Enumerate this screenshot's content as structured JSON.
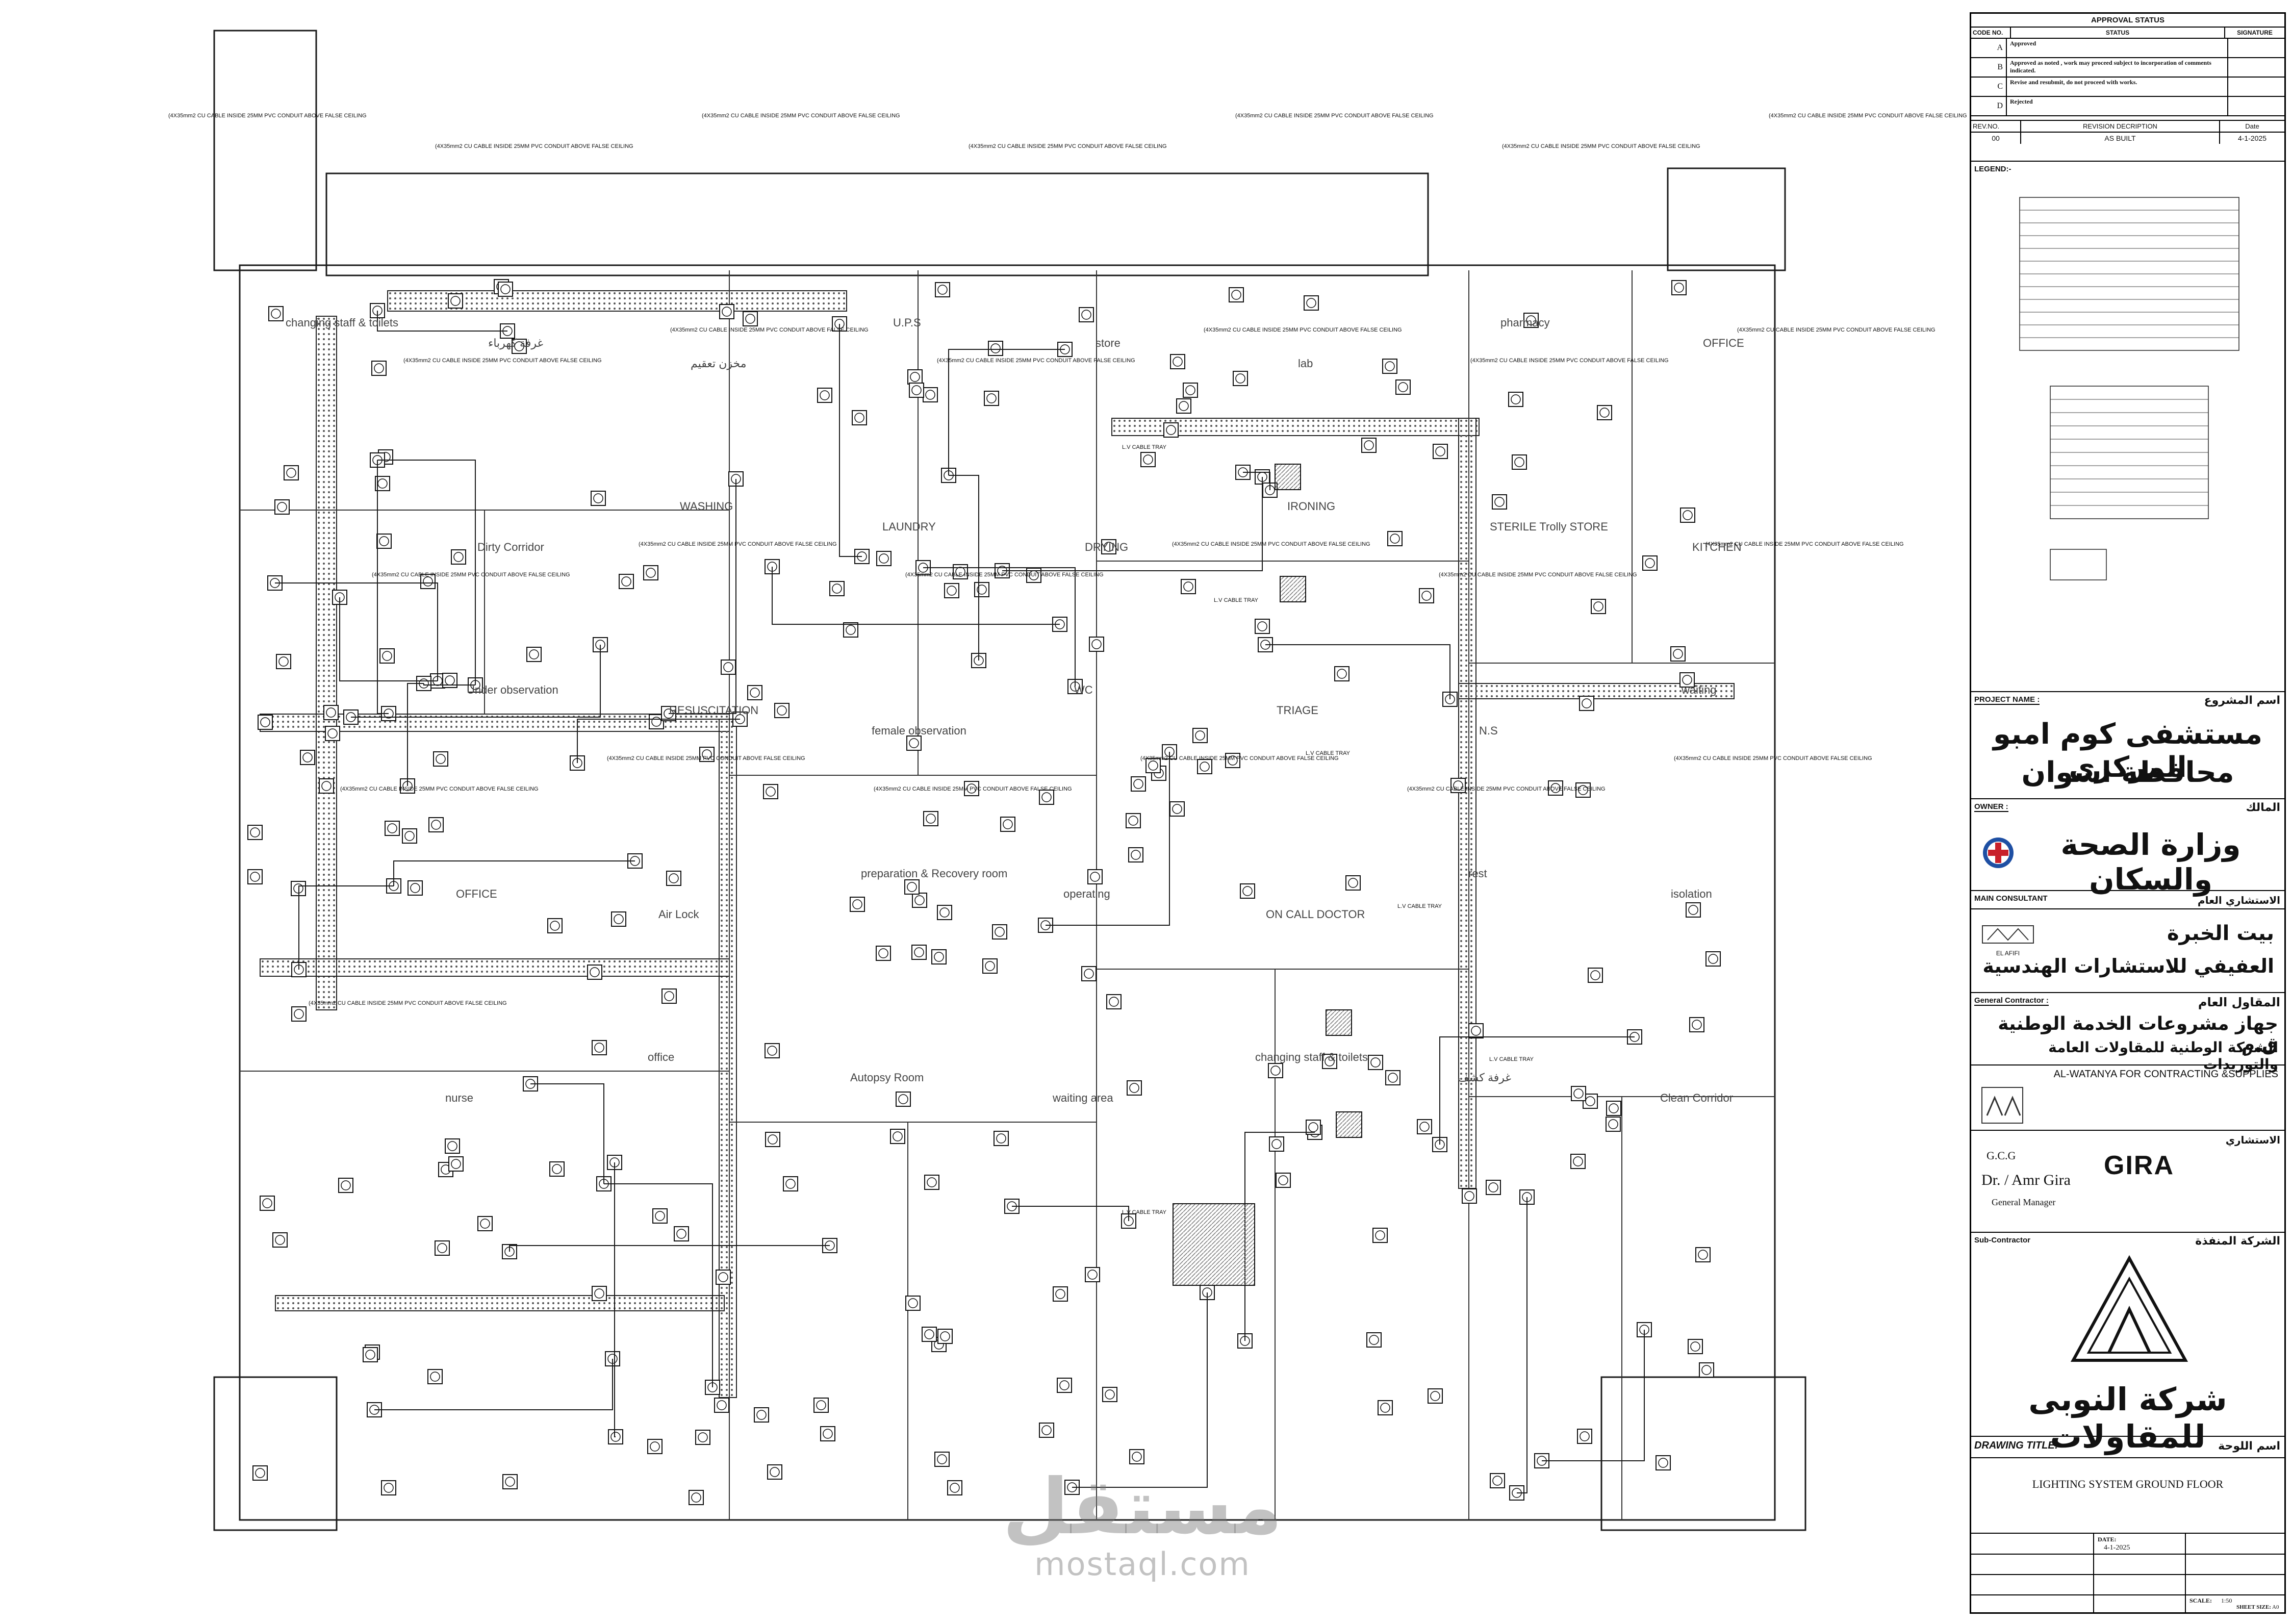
{
  "approval": {
    "title": "APPROVAL STATUS",
    "col_code": "CODE NO.",
    "col_status": "STATUS",
    "col_signature": "SIGNATURE",
    "rows": [
      {
        "code": "A",
        "text": "Approved"
      },
      {
        "code": "B",
        "text": "Approved as noted , work may proceed subject to incorporation of comments indicated."
      },
      {
        "code": "C",
        "text": "Revise and resubmit, do not proceed with works."
      },
      {
        "code": "D",
        "text": "Rejected"
      }
    ]
  },
  "revision": {
    "col_rev": "REV.NO.",
    "col_desc": "REVISION DECRIPTION",
    "col_date": "Date",
    "rev_no": "00",
    "description": "AS BUILT",
    "date": "4-1-2025"
  },
  "legend": {
    "label": "LEGEND:-"
  },
  "project": {
    "label_en": "PROJECT NAME :",
    "label_ar": "اسم المشروع",
    "name_line1": "مستشفى كوم امبو المركزى",
    "name_line2": "محافظة اسوان"
  },
  "owner": {
    "label_en": "OWNER :",
    "label_ar": "المالك",
    "name": "وزارة الصحة والسكان"
  },
  "consultant": {
    "label_en": "MAIN CONSULTANT",
    "label_ar": "الاستشاري العام",
    "line1": "بيت الخبرة",
    "line2": "العفيفي للاستشارات الهندسية",
    "logo_text": "EL AFIFI"
  },
  "contractor": {
    "label_en": "General Contractor :",
    "label_ar": "المقاول العام",
    "line1": "جهاز مشروعات الخدمة الوطنية ق.م",
    "line2": "الشركة الوطنية للمقاولات العامة والتوريدات",
    "line3": "AL-WATANYA FOR CONTRACTING &SUPPLIES"
  },
  "consultant2": {
    "label_ar": "الاستشاري",
    "gcg": "G.C.G",
    "person": "Dr. / Amr Gira",
    "role": "General Manager",
    "brand": "GIRA"
  },
  "subcontractor": {
    "label_en": "Sub-Contractor",
    "label_ar": "الشركة المنفذة",
    "name": "شركة النوبى للمقاولات"
  },
  "drawing": {
    "label_en": "DRAWING TITLE:",
    "label_ar": "اسم اللوحة",
    "title": "LIGHTING SYSTEM GROUND FLOOR"
  },
  "footer": {
    "date_label": "DATE:",
    "date": "4-1-2025",
    "scale_label": "SCALE:",
    "scale": "1:50",
    "sheet_label": "SHEET SIZE:",
    "sheet": "A0"
  },
  "watermark": {
    "line1": "مستقل",
    "line2": "mostaql.com"
  },
  "rooms": [
    "changing staff & toilets",
    "غرفة كهرباء",
    "مخزن تعقيم",
    "U.P.S",
    "store",
    "lab",
    "pharmacy",
    "OFFICE",
    "Dirty Corridor",
    "WASHING",
    "LAUNDRY",
    "DRYING",
    "IRONING",
    "STERILE Trolly STORE",
    "KITCHEN",
    "Under observation",
    "RESUSCITATION",
    "female observation",
    "WC",
    "TRIAGE",
    "N.S",
    "waiting",
    "OFFICE",
    "Air Lock",
    "preparation & Recovery room",
    "operating",
    "ON CALL DOCTOR",
    "rest",
    "isolation",
    "nurse",
    "office",
    "Autopsy Room",
    "waiting area",
    "changing staff & toilets",
    "غرفة كشف",
    "Clean Corridor"
  ],
  "cable_note": "(4X35mm2 CU CABLE INSIDE 25MM PVC CONDUIT ABOVE FALSE CEILING",
  "tray_note": "L.V CABLE TRAY",
  "colors": {
    "line": "#1a1a1a",
    "hatch": "#888888",
    "grid": "#555555"
  }
}
